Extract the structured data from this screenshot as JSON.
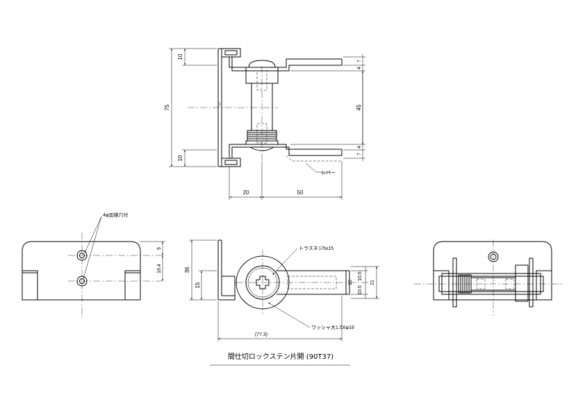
{
  "top_view": {
    "dims": {
      "left_top": "10",
      "left_total": "75",
      "left_bottom": "10",
      "right_top": "4",
      "right_top_b": "7",
      "right_mid": "45",
      "right_low": "4",
      "right_low_b": "7",
      "bottom_left": "20",
      "bottom_right": "50"
    },
    "lever_label": "レバー"
  },
  "left_view": {
    "callout": "4φ皿揉穴付",
    "dims": {
      "upper": "9",
      "lower": "16.4"
    }
  },
  "center_view": {
    "screw_label": "トラスネジ5x15",
    "washer_label": "ワッシャ大1.5Xφ18",
    "dims": {
      "height_total": "36",
      "height_inner": "15",
      "r_top": "10.5",
      "r_mid": "15",
      "r_bottom": "10.5",
      "r_total": "21",
      "width": "(77.3)"
    }
  },
  "title": "間仕切ロックステン片開 (90T37)"
}
